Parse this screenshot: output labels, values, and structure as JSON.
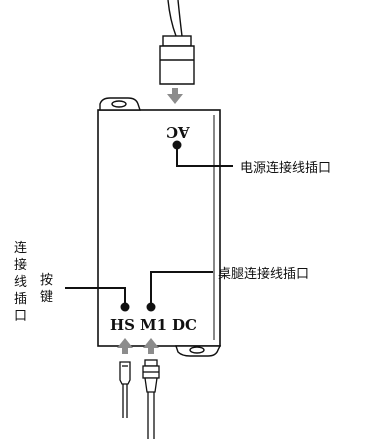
{
  "diagram": {
    "top_port_label": "AC",
    "port_labels": {
      "hs": "HS",
      "m1": "M1",
      "dc": "DC"
    },
    "callouts": {
      "power": "电源连接线插口",
      "leg": "桌腿连接线插口",
      "key_vertical": "按键",
      "key_line_vertical": "连接线插口"
    },
    "colors": {
      "stroke": "#111111",
      "box_fill": "#ffffff",
      "arrow_gray": "#8c8c8c"
    }
  }
}
